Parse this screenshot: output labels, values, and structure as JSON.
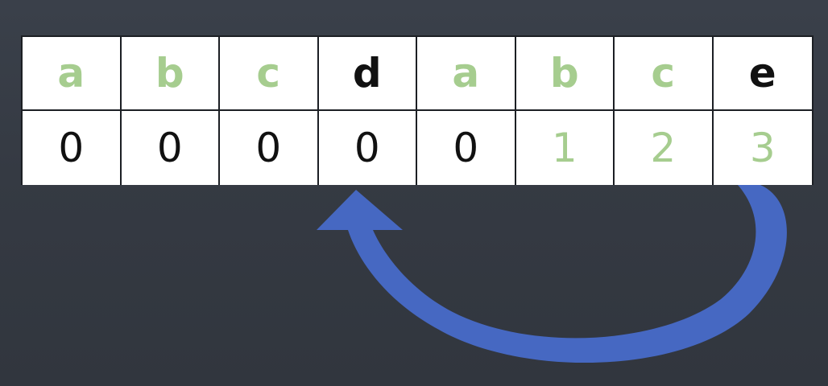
{
  "colors": {
    "highlight": "#a6cd8f",
    "normal": "#111111",
    "arrow": "#4668c2",
    "background": "#363b44"
  },
  "chars": [
    {
      "text": "a",
      "color": "highlight"
    },
    {
      "text": "b",
      "color": "highlight"
    },
    {
      "text": "c",
      "color": "highlight"
    },
    {
      "text": "d",
      "color": "normal"
    },
    {
      "text": "a",
      "color": "highlight"
    },
    {
      "text": "b",
      "color": "highlight"
    },
    {
      "text": "c",
      "color": "highlight"
    },
    {
      "text": "e",
      "color": "normal"
    }
  ],
  "values": [
    {
      "text": "0",
      "color": "normal"
    },
    {
      "text": "0",
      "color": "normal"
    },
    {
      "text": "0",
      "color": "normal"
    },
    {
      "text": "0",
      "color": "normal"
    },
    {
      "text": "0",
      "color": "normal"
    },
    {
      "text": "1",
      "color": "highlight"
    },
    {
      "text": "2",
      "color": "highlight"
    },
    {
      "text": "3",
      "color": "highlight"
    }
  ],
  "arrow": {
    "from_index": 7,
    "to_index": 3
  }
}
